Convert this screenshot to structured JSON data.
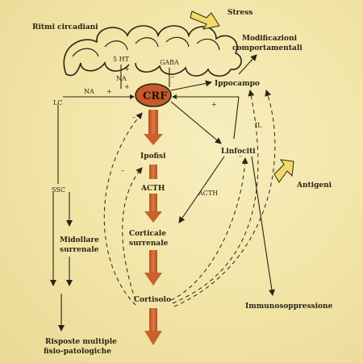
{
  "labels": {
    "ritmi": "Ritmi circadiani",
    "stress": "Stress",
    "modificazioni_1": "Modificazioni",
    "modificazioni_2": "comportamentali",
    "ht": "5 HT",
    "gaba": "GABA",
    "na_small": "NA",
    "na_left": "NA",
    "crf": "CRF",
    "ippocampo": "Ippocampo",
    "lc": "LC",
    "il": "IL",
    "ipofisi": "Ipofisi",
    "linfociti": "Linfociti",
    "antigeni": "Antigeni",
    "acth_center": "ACTH",
    "acth_side": "ACTH",
    "ssc": "SSC",
    "midollare_1": "Midollare",
    "midollare_2": "surrenale",
    "corticale_1": "Corticale",
    "corticale_2": "surrenale",
    "cortisolo": "Cortisolo",
    "immuno": "Immunosoppressione",
    "risposte_1": "Risposte multiple",
    "risposte_2": "fisio-patologiche"
  },
  "signs": {
    "plus": "+",
    "minus": "–"
  },
  "colors": {
    "background": "#f2e6a8",
    "arrow_brown": "#c9612c",
    "crf_fill": "#c75a2a",
    "stress_yellow": "#f3d96a",
    "line": "#2a2418"
  }
}
